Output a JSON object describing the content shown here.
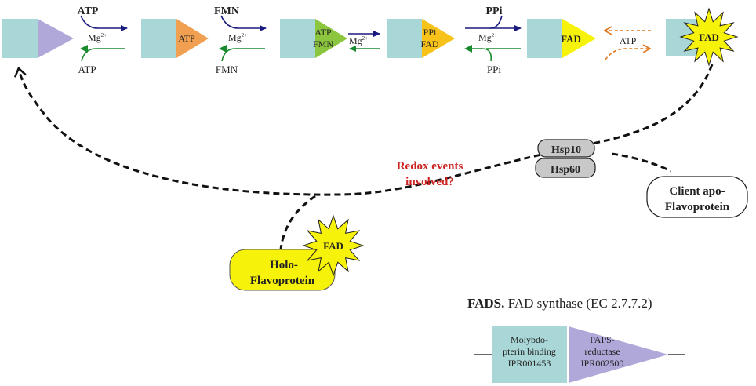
{
  "colors": {
    "block": "#a9d6d6",
    "lavender": "#b0a8d8",
    "orange": "#f0a050",
    "green": "#8cc63f",
    "amber": "#f7c21a",
    "yellow": "#f7f20a",
    "navy": "#1a1a80",
    "arrow_green": "#1a8a2e",
    "dashed_orange": "#e07820",
    "red_text": "#cc2222",
    "chaperone": "#c8c8c8"
  },
  "steps": [
    {
      "id": "s1",
      "triangle_lines": [],
      "triangle_color": "lavender"
    },
    {
      "id": "s2",
      "triangle_lines": [
        "ATP"
      ],
      "triangle_color": "orange"
    },
    {
      "id": "s3",
      "triangle_lines": [
        "ATP",
        "FMN"
      ],
      "triangle_color": "green"
    },
    {
      "id": "s4",
      "triangle_lines": [
        "PPi",
        "FAD"
      ],
      "triangle_color": "amber"
    },
    {
      "id": "s5",
      "triangle_lines": [
        "FAD"
      ],
      "triangle_color": "yellow"
    }
  ],
  "transitions": [
    {
      "id": "t1",
      "top_label": "ATP",
      "mid_label": "Mg",
      "mid_sup": "2+",
      "bottom_label": "ATP"
    },
    {
      "id": "t2",
      "top_label": "FMN",
      "mid_label": "Mg",
      "mid_sup": "2+",
      "bottom_label": "FMN"
    },
    {
      "id": "t3",
      "top_label": "",
      "mid_label": "Mg",
      "mid_sup": "2+",
      "bottom_label": ""
    },
    {
      "id": "t4",
      "top_label": "PPi",
      "mid_label": "Mg",
      "mid_sup": "2+",
      "bottom_label": "PPi"
    },
    {
      "id": "t5",
      "top_label": "",
      "mid_label": "ATP",
      "mid_sup": "",
      "bottom_label": ""
    }
  ],
  "release": {
    "star_label": "FAD"
  },
  "chaperones": {
    "top": "Hsp10",
    "bottom": "Hsp60"
  },
  "redox": {
    "line1": "Redox events",
    "line2": "involved?"
  },
  "client": {
    "line1": "Client apo-",
    "line2": "Flavoprotein"
  },
  "holo": {
    "line1": "Holo-",
    "line2": "Flavoprotein",
    "star_label": "FAD"
  },
  "fads": {
    "title_bold": "FADS.",
    "title_rest": " FAD synthase (EC 2.7.7.2)",
    "domain1": [
      "Molybdo-",
      "pterin binding",
      "IPR001453"
    ],
    "domain2": [
      "PAPS-",
      "reductase",
      "IPR002500"
    ]
  }
}
